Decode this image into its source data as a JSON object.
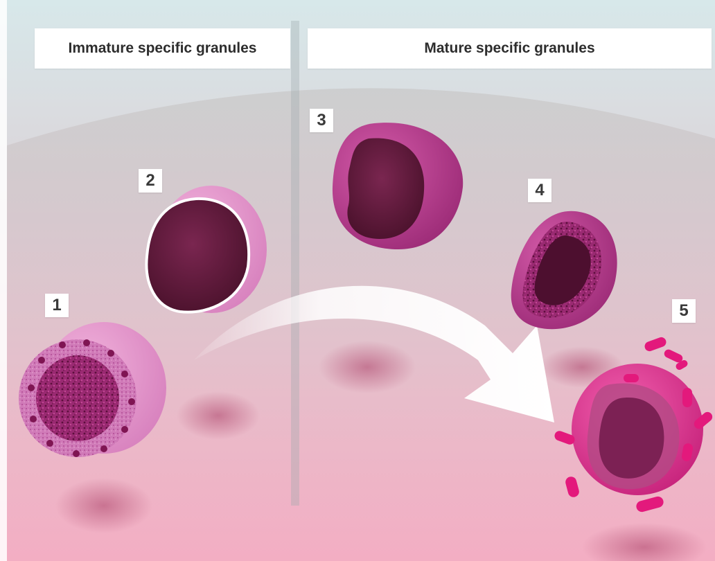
{
  "headers": {
    "immature": "Immature specific granules",
    "mature": "Mature specific granules"
  },
  "stages": [
    {
      "number": "1"
    },
    {
      "number": "2"
    },
    {
      "number": "3"
    },
    {
      "number": "4"
    },
    {
      "number": "5"
    }
  ],
  "colors": {
    "background_top": "#cfe3e6",
    "background_bottom": "#f3b6c9",
    "granule_shell": "#c53c93",
    "granule_core": "#5a1238",
    "secreted_fragments": "#e21d7b",
    "arrow": "#ffffff"
  }
}
